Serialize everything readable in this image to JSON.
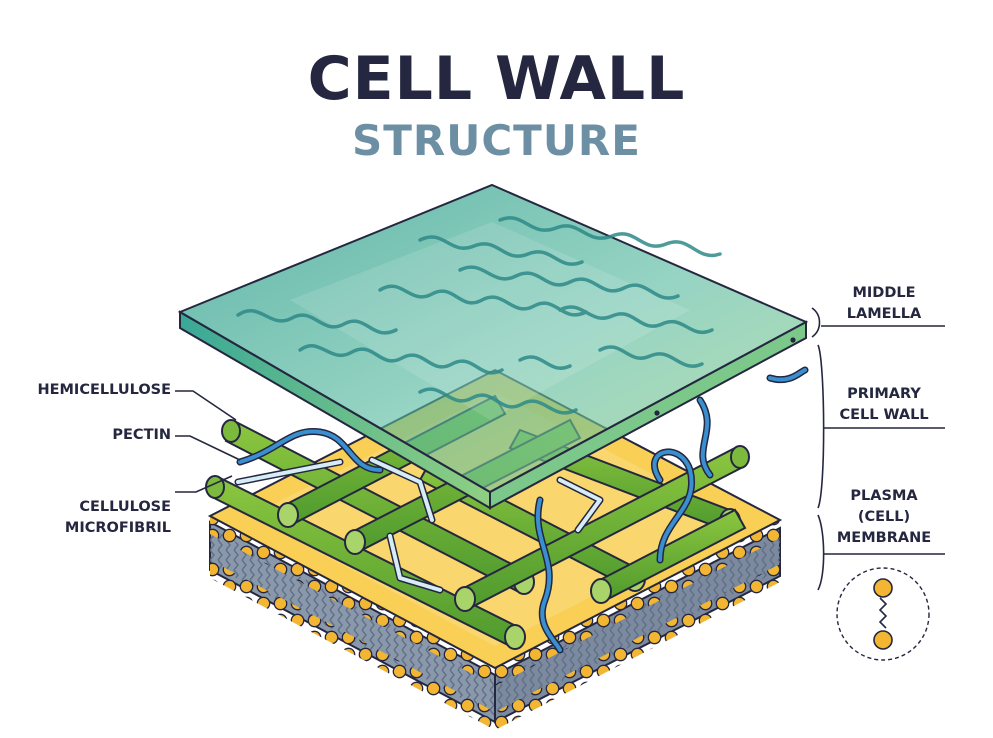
{
  "title": {
    "line1": "CELL WALL",
    "line2": "STRUCTURE"
  },
  "labels": {
    "hemicellulose": "HEMICELLULOSE",
    "pectin": "PECTIN",
    "cellulose_microfibril": [
      "CELLULOSE",
      "MICROFIBRIL"
    ],
    "middle_lamella": [
      "MIDDLE",
      "LAMELLA"
    ],
    "primary_cell_wall": [
      "PRIMARY",
      "CELL WALL"
    ],
    "plasma_membrane": [
      "PLASMA",
      "(CELL)",
      "MEMBRANE"
    ]
  },
  "colors": {
    "title_dark": "#24273f",
    "title_accent": "#6c8fa3",
    "lamella_glass": "#3fae9e",
    "cellulose_green": "#6db33f",
    "pectin_blue": "#2f86c8",
    "hemicellulose_light": "#cfe6f2",
    "lipid_head": "#f2b632",
    "lipid_tail": "#6f7f95",
    "membrane_top": "#f9cf55"
  },
  "icons": [
    "phospholipid-detail-icon"
  ]
}
